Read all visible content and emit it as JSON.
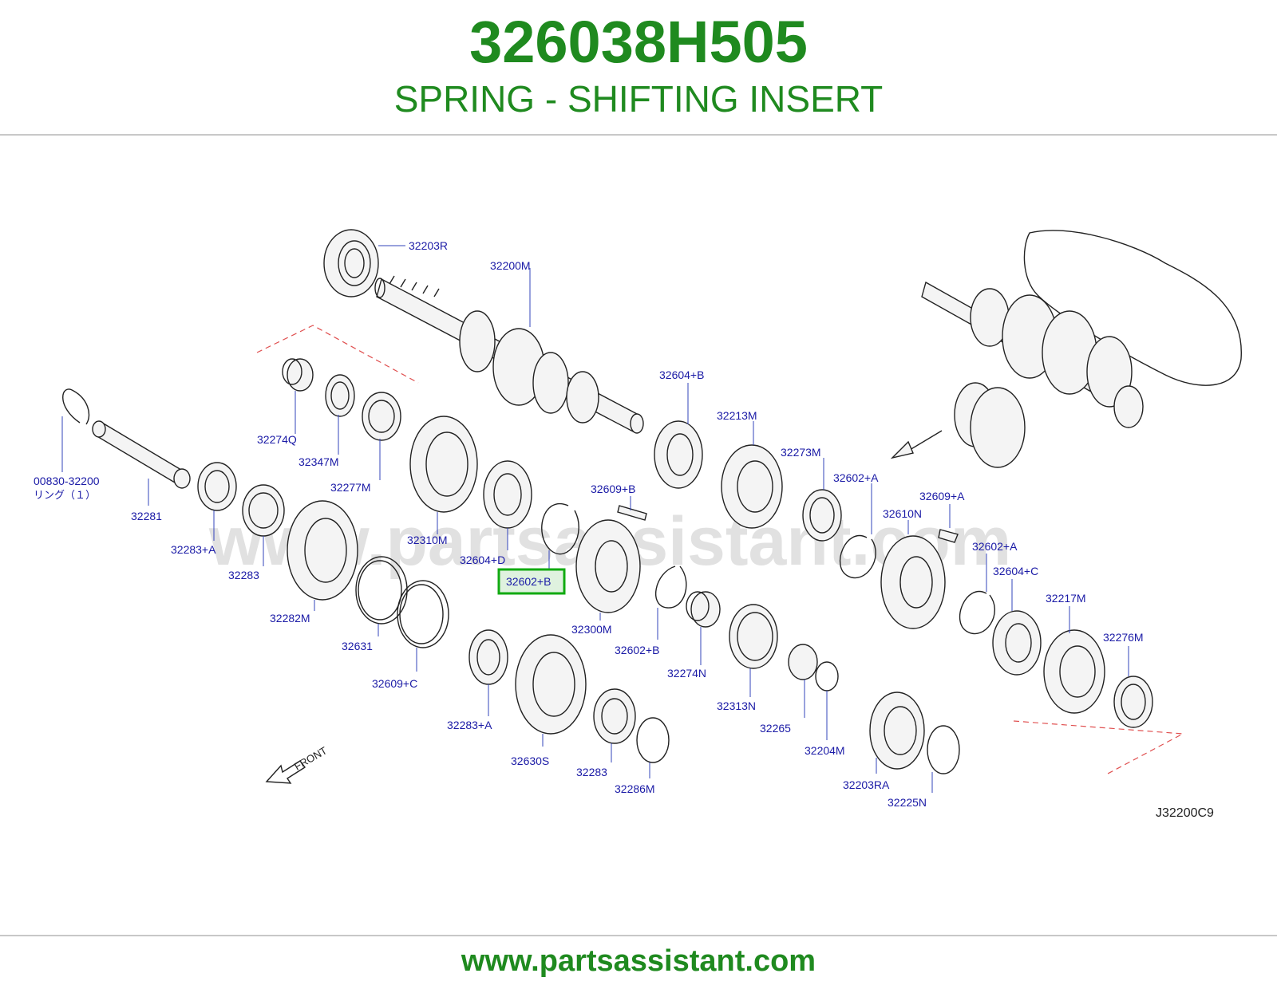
{
  "header": {
    "part_number": "326038H505",
    "part_description": "SPRING - SHIFTING INSERT"
  },
  "diagram": {
    "watermark": "www.partsassistant.com",
    "diagram_id": "J32200C9",
    "front_label": "FRONT",
    "highlighted_label": "32602+B",
    "labels": [
      {
        "id": "32203R",
        "text": "32203R"
      },
      {
        "id": "32200M",
        "text": "32200M"
      },
      {
        "id": "32604+B",
        "text": "32604+B"
      },
      {
        "id": "32213M",
        "text": "32213M"
      },
      {
        "id": "32273M",
        "text": "32273M"
      },
      {
        "id": "32602+A_1",
        "text": "32602+A"
      },
      {
        "id": "32609+A",
        "text": "32609+A"
      },
      {
        "id": "32610N",
        "text": "32610N"
      },
      {
        "id": "32602+A_2",
        "text": "32602+A"
      },
      {
        "id": "32604+C",
        "text": "32604+C"
      },
      {
        "id": "32217M",
        "text": "32217M"
      },
      {
        "id": "32276M",
        "text": "32276M"
      },
      {
        "id": "32274Q",
        "text": "32274Q"
      },
      {
        "id": "32347M",
        "text": "32347M"
      },
      {
        "id": "32277M",
        "text": "32277M"
      },
      {
        "id": "00830-32200",
        "text": "00830-32200"
      },
      {
        "id": "ring",
        "text": "リング（１）"
      },
      {
        "id": "32281",
        "text": "32281"
      },
      {
        "id": "32283+A_1",
        "text": "32283+A"
      },
      {
        "id": "32283_1",
        "text": "32283"
      },
      {
        "id": "32310M",
        "text": "32310M"
      },
      {
        "id": "32604+D",
        "text": "32604+D"
      },
      {
        "id": "32609+B",
        "text": "32609+B"
      },
      {
        "id": "32282M",
        "text": "32282M"
      },
      {
        "id": "32631",
        "text": "32631"
      },
      {
        "id": "32609+C",
        "text": "32609+C"
      },
      {
        "id": "32300M",
        "text": "32300M"
      },
      {
        "id": "32602+B_2",
        "text": "32602+B"
      },
      {
        "id": "32274N",
        "text": "32274N"
      },
      {
        "id": "32313N",
        "text": "32313N"
      },
      {
        "id": "32265",
        "text": "32265"
      },
      {
        "id": "32204M",
        "text": "32204M"
      },
      {
        "id": "32283+A_2",
        "text": "32283+A"
      },
      {
        "id": "32630S",
        "text": "32630S"
      },
      {
        "id": "32283_2",
        "text": "32283"
      },
      {
        "id": "32286M",
        "text": "32286M"
      },
      {
        "id": "32203RA",
        "text": "32203RA"
      },
      {
        "id": "32225N",
        "text": "32225N"
      }
    ]
  },
  "footer": {
    "url": "www.partsassistant.com"
  },
  "colors": {
    "brand_green": "#1f8a1f",
    "label_blue": "#1a1aa6",
    "highlight_green": "#11aa11"
  }
}
